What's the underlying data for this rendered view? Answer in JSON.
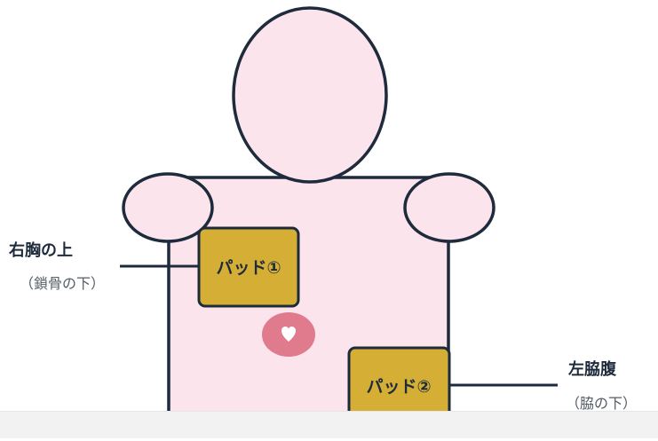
{
  "pads": [
    {
      "label": "パッド①",
      "location": "右胸の上",
      "detail": "（鎖骨の下）"
    },
    {
      "label": "パッド②",
      "location": "左脇腹",
      "detail": "（脇の下）"
    }
  ],
  "colors": {
    "body_fill": "#fce4ec",
    "outline": "#1e2b3c",
    "pad_fill": "#d4ae35",
    "heart_circle": "#e07a8d",
    "heart": "#ffffff"
  },
  "icons": {
    "heart": "heart-icon"
  }
}
